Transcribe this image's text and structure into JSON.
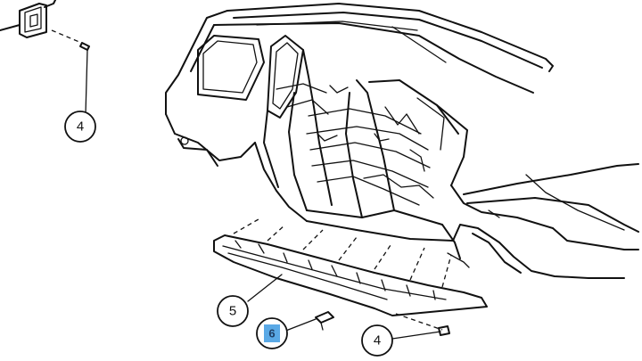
{
  "callouts": [
    {
      "id": "c4a",
      "label": "4"
    },
    {
      "id": "c5",
      "label": "5"
    },
    {
      "id": "c6",
      "label": "6",
      "highlight": true
    },
    {
      "id": "c4b",
      "label": "4"
    }
  ],
  "colors": {
    "line": "#111111",
    "background": "#ffffff",
    "highlight_fill": "#5aa9e6",
    "highlight_text": "#1f3f66"
  }
}
